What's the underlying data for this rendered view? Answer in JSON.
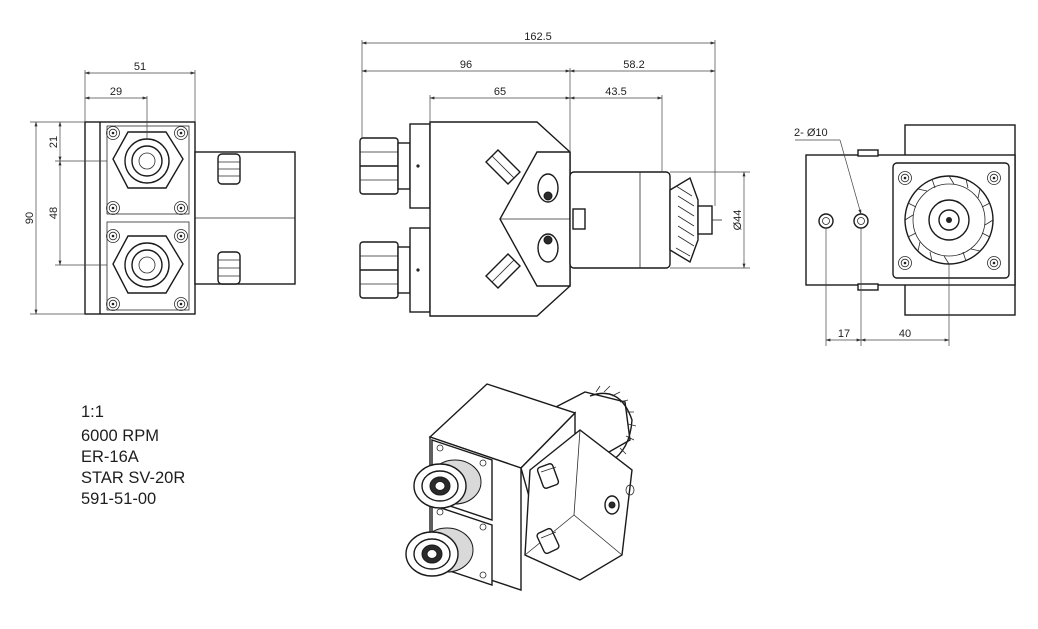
{
  "dimensions": {
    "front_width": "51",
    "front_half": "29",
    "front_height": "90",
    "front_top": "21",
    "front_pitch": "48",
    "side_total": "162.5",
    "side_96": "96",
    "side_65": "65",
    "side_58": "58.2",
    "side_43": "43.5",
    "side_diameter": "Ø44",
    "rear_holes": "2- Ø10",
    "rear_17": "17",
    "rear_40": "40"
  },
  "specs": {
    "scale": "1:1",
    "speed": "6000 RPM",
    "collet": "ER-16A",
    "machine": "STAR SV-20R",
    "part_number": "591-51-00"
  }
}
